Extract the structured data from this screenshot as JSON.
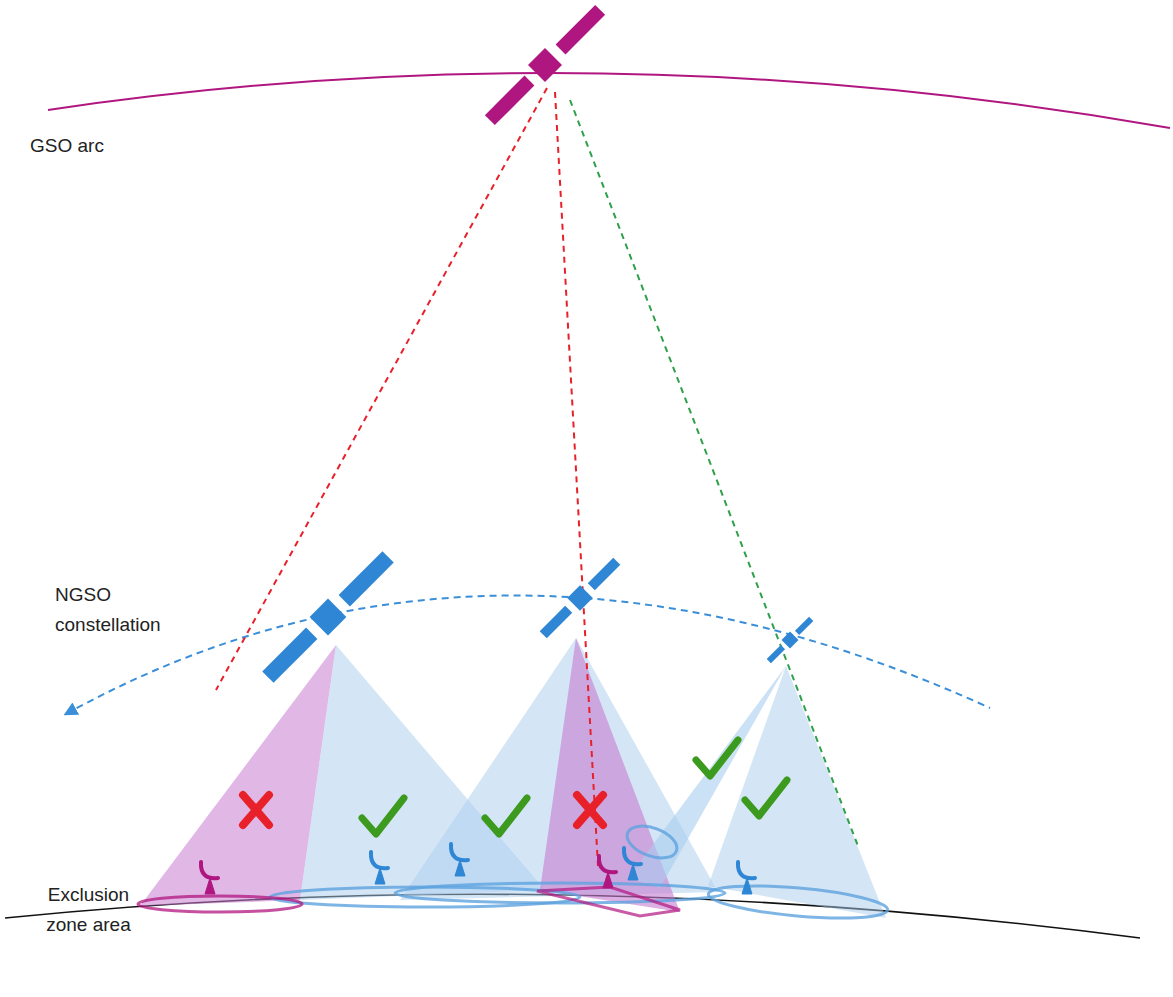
{
  "diagram": {
    "labels": [
      "GSO arc",
      "NGSO constellation",
      "Exclusion zone area"
    ]
  }
}
